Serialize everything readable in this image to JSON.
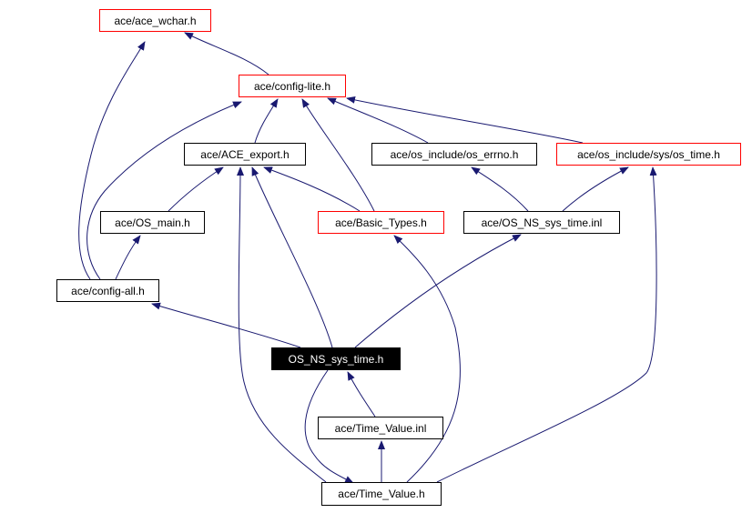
{
  "colors": {
    "edge": "#191970",
    "incomplete_border": "#ff0000",
    "current_fill": "#000000"
  },
  "nodes": {
    "ace_wchar": "ace/ace_wchar.h",
    "config_lite": "ace/config-lite.h",
    "ace_export": "ace/ACE_export.h",
    "os_errno": "ace/os_include/os_errno.h",
    "os_time": "ace/os_include/sys/os_time.h",
    "os_main": "ace/OS_main.h",
    "basic_types": "ace/Basic_Types.h",
    "os_ns_sys_time_inl": "ace/OS_NS_sys_time.inl",
    "config_all": "ace/config-all.h",
    "os_ns_sys_time_h": "OS_NS_sys_time.h",
    "time_value_inl": "ace/Time_Value.inl",
    "time_value_h": "ace/Time_Value.h"
  }
}
